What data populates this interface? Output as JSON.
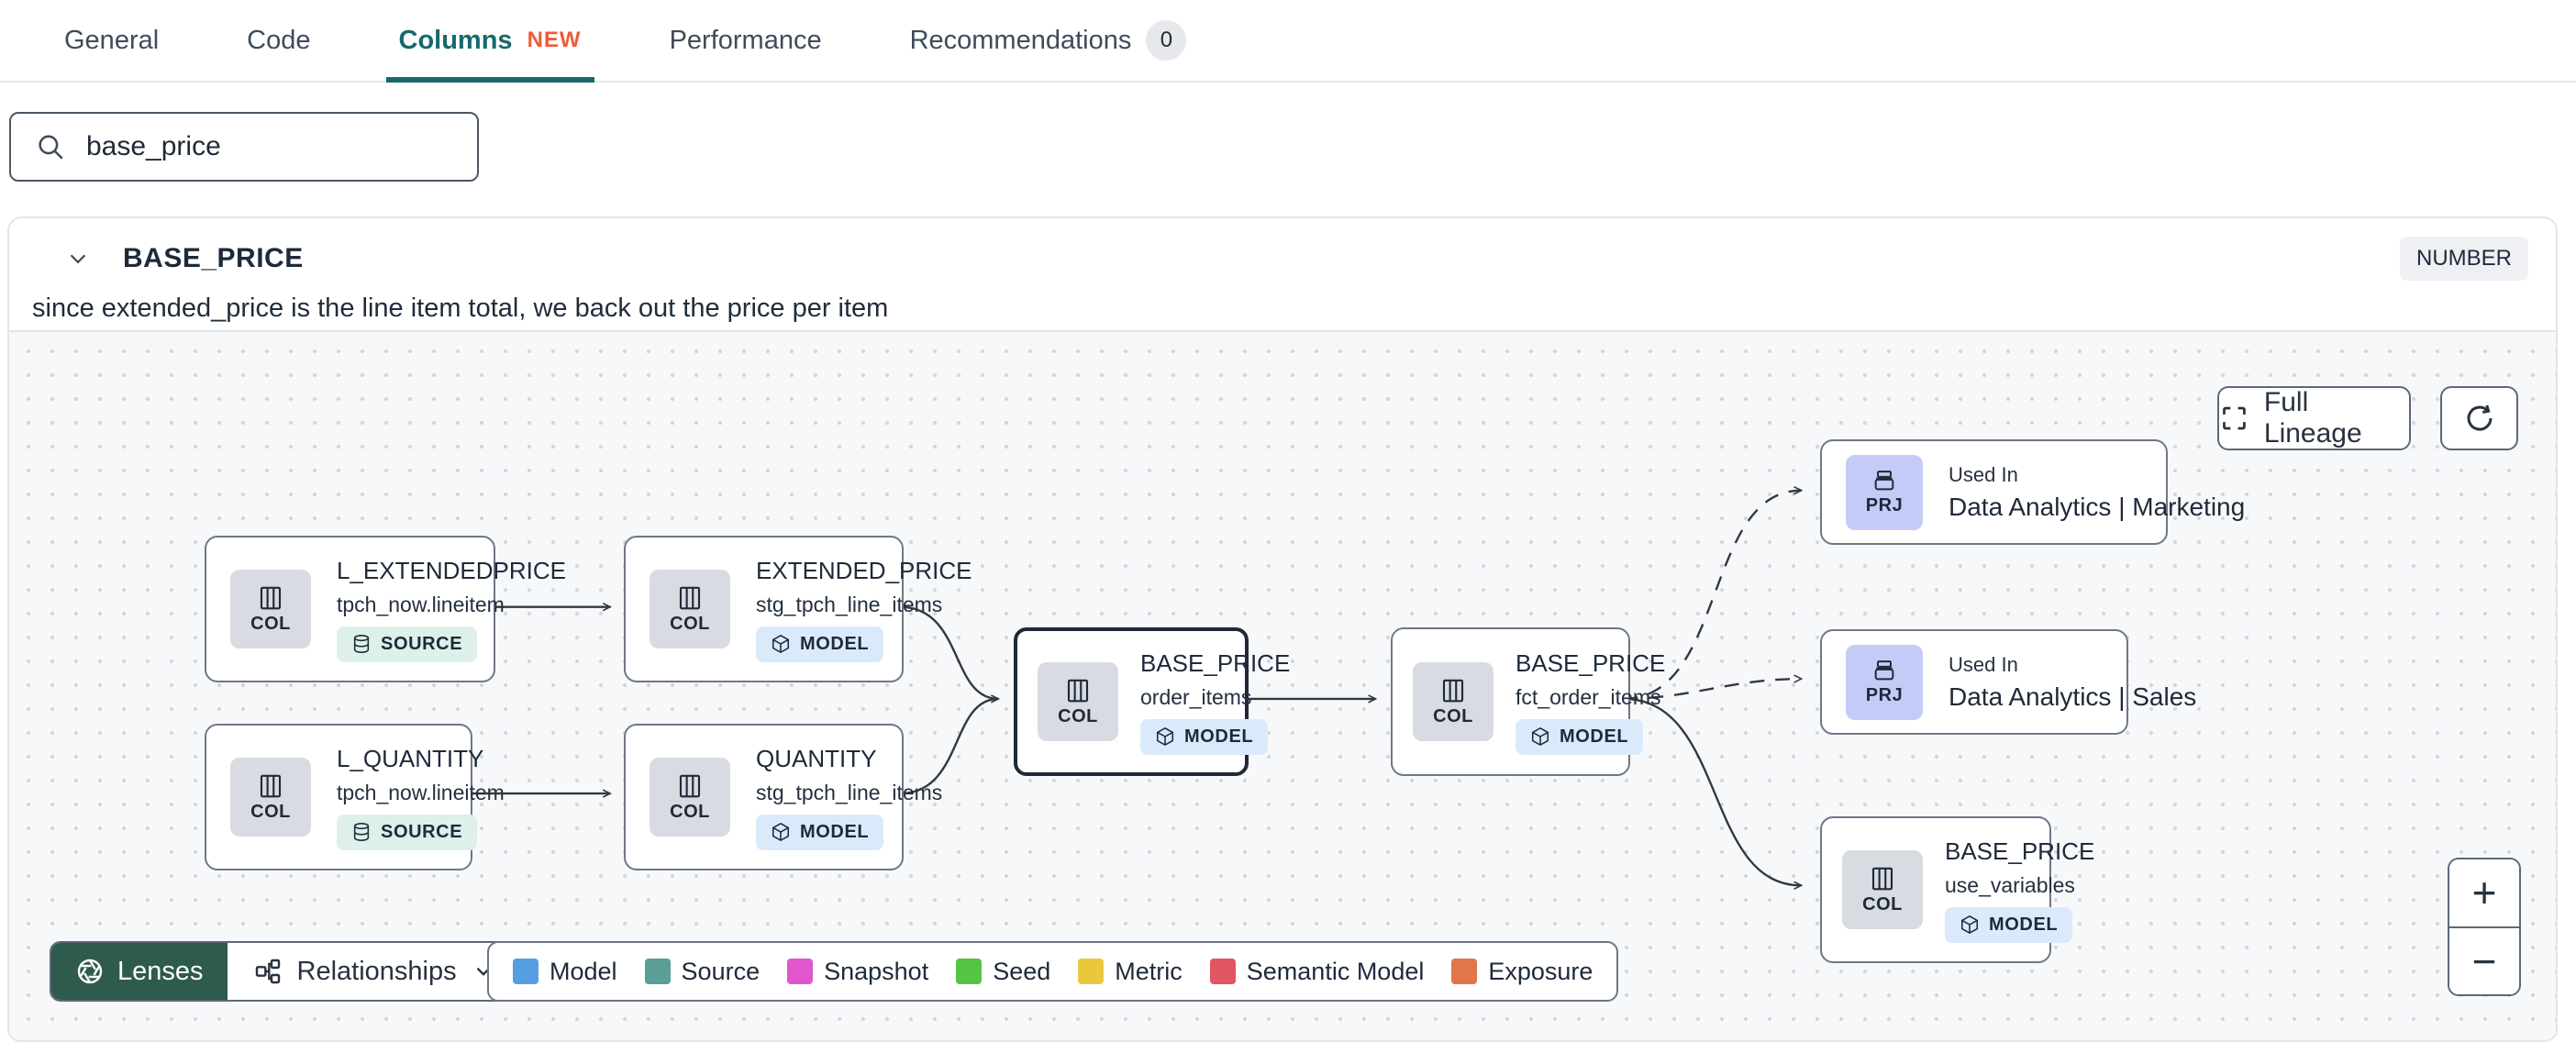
{
  "tabs": {
    "items": [
      {
        "label": "General"
      },
      {
        "label": "Code"
      },
      {
        "label": "Columns",
        "badge": "NEW"
      },
      {
        "label": "Performance"
      },
      {
        "label": "Recommendations",
        "count": "0"
      }
    ]
  },
  "search": {
    "value": "base_price"
  },
  "column_panel": {
    "name": "BASE_PRICE",
    "type": "NUMBER",
    "description": "since extended_price is the line item total, we back out the price per item"
  },
  "lineage": {
    "controls": {
      "full_lineage": "Full Lineage",
      "zoom_in": "+",
      "zoom_out": "−"
    },
    "toolbar": {
      "lenses": "Lenses",
      "relationships": "Relationships"
    },
    "legend": [
      {
        "label": "Model",
        "color": "#559fe0"
      },
      {
        "label": "Source",
        "color": "#5b9d97"
      },
      {
        "label": "Snapshot",
        "color": "#e056cd"
      },
      {
        "label": "Seed",
        "color": "#56c443"
      },
      {
        "label": "Metric",
        "color": "#eac83e"
      },
      {
        "label": "Semantic Model",
        "color": "#e25563"
      },
      {
        "label": "Exposure",
        "color": "#e0764a"
      }
    ],
    "nodes": [
      {
        "kind": "COL",
        "title": "L_EXTENDEDPRICE",
        "subtitle": "tpch_now.lineitem",
        "badge": "SOURCE"
      },
      {
        "kind": "COL",
        "title": "EXTENDED_PRICE",
        "subtitle": "stg_tpch_line_items",
        "badge": "MODEL"
      },
      {
        "kind": "COL",
        "title": "L_QUANTITY",
        "subtitle": "tpch_now.lineitem",
        "badge": "SOURCE"
      },
      {
        "kind": "COL",
        "title": "QUANTITY",
        "subtitle": "stg_tpch_line_items",
        "badge": "MODEL"
      },
      {
        "kind": "COL",
        "title": "BASE_PRICE",
        "subtitle": "order_items",
        "badge": "MODEL"
      },
      {
        "kind": "COL",
        "title": "BASE_PRICE",
        "subtitle": "fct_order_items",
        "badge": "MODEL"
      },
      {
        "kind": "PRJ",
        "eyebrow": "Used In",
        "title": "Data Analytics | Marketing"
      },
      {
        "kind": "PRJ",
        "eyebrow": "Used In",
        "title": "Data Analytics | Sales"
      },
      {
        "kind": "COL",
        "title": "BASE_PRICE",
        "subtitle": "use_variables",
        "badge": "MODEL"
      }
    ]
  }
}
